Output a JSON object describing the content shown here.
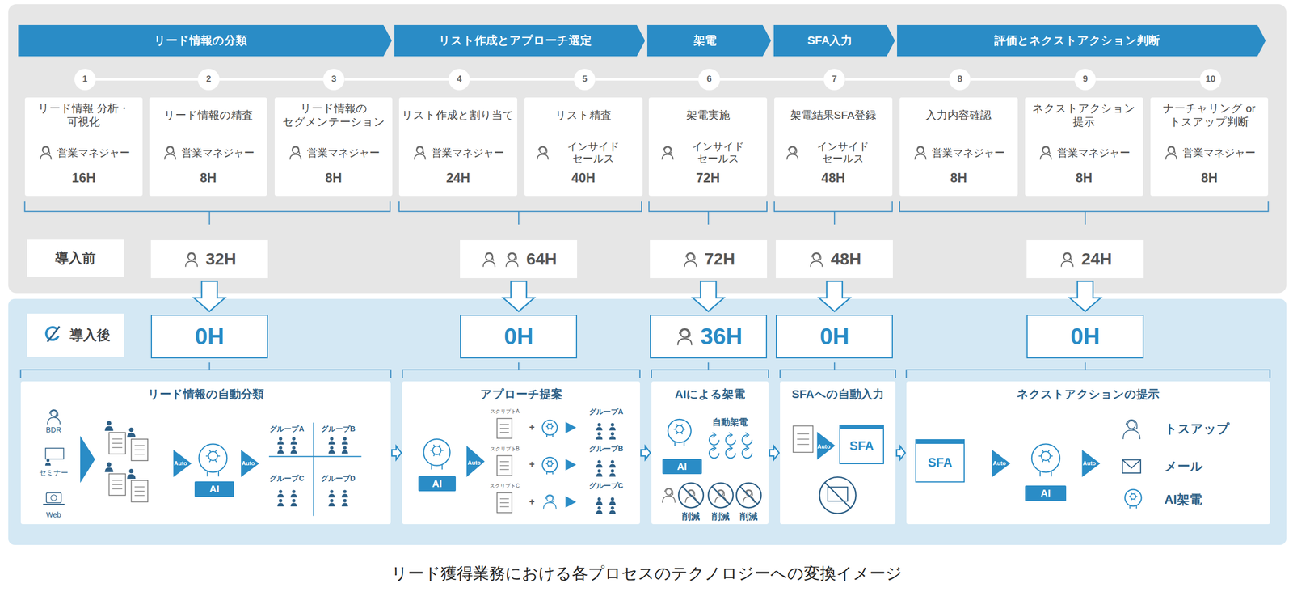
{
  "diagram": {
    "caption": "リード獲得業務における各プロセスのテクノロジーへの変換イメージ",
    "nodes": [
      {
        "text": [
          "リード情報の分類"
        ]
      },
      {
        "text": [
          "リスト作成とアプローチ選定"
        ]
      },
      {
        "text": [
          "架電"
        ]
      },
      {
        "text": [
          "SFA入力"
        ]
      },
      {
        "text": [
          "評価とネクストアクション判断"
        ]
      },
      {
        "text": [
          "1"
        ]
      },
      {
        "text": [
          "2"
        ]
      },
      {
        "text": [
          "3"
        ]
      },
      {
        "text": [
          "4"
        ]
      },
      {
        "text": [
          "5"
        ]
      },
      {
        "text": [
          "6"
        ]
      },
      {
        "text": [
          "7"
        ]
      },
      {
        "text": [
          "8"
        ]
      },
      {
        "text": [
          "9"
        ]
      },
      {
        "text": [
          "10"
        ]
      },
      {
        "text": [
          "リード情報 分析・可視化",
          "営業マネジャー",
          "16H"
        ]
      },
      {
        "text": [
          "リード情報の精査",
          "営業マネジャー",
          "8H"
        ]
      },
      {
        "text": [
          "リード情報の セグメンテーション",
          "営業マネジャー",
          "8H"
        ]
      },
      {
        "text": [
          "リスト作成と割り当て",
          "営業マネジャー",
          "24H"
        ]
      },
      {
        "text": [
          "リスト精査",
          "インサイド セールス",
          "40H"
        ]
      },
      {
        "text": [
          "架電実施",
          "インサイド セールス",
          "72H"
        ]
      },
      {
        "text": [
          "架電結果SFA登録",
          "インサイド セールス",
          "48H"
        ]
      },
      {
        "text": [
          "入力内容確認",
          "営業マネジャー",
          "8H"
        ]
      },
      {
        "text": [
          "ネクストアクション 提示",
          "営業マネジャー",
          "8H"
        ]
      },
      {
        "text": [
          "ナーチャリング or トスアップ判断",
          "営業マネジャー",
          "8H"
        ]
      },
      {
        "text": [
          "導入前"
        ]
      },
      {
        "text": [
          "32H"
        ]
      },
      {
        "text": [
          "64H"
        ]
      },
      {
        "text": [
          "72H"
        ]
      },
      {
        "text": [
          "48H"
        ]
      },
      {
        "text": [
          "24H"
        ]
      },
      {
        "text": [
          "導入後"
        ]
      },
      {
        "text": [
          "0H"
        ]
      },
      {
        "text": [
          "0H"
        ]
      },
      {
        "text": [
          "36H"
        ]
      },
      {
        "text": [
          "0H"
        ]
      },
      {
        "text": [
          "0H"
        ]
      },
      {
        "text": [
          "リード情報の自動分類"
        ]
      },
      {
        "text": [
          "アプローチ提案"
        ]
      },
      {
        "text": [
          "AIによる架電"
        ]
      },
      {
        "text": [
          "SFAへの自動入力"
        ]
      },
      {
        "text": [
          "ネクストアクションの提示"
        ]
      },
      {
        "text": [
          "AI"
        ],
        "in": 37
      },
      {
        "text": [
          "AI"
        ],
        "in": 38
      },
      {
        "text": [
          "AI"
        ],
        "in": 39
      },
      {
        "text": [
          "SFA"
        ],
        "in": 40
      },
      {
        "text": [
          "SFA"
        ],
        "in": 41
      },
      {
        "text": [
          "AI"
        ],
        "in": 41
      }
    ],
    "edges": [
      {
        "from": 5,
        "to": 6,
        "arrow": "none"
      },
      {
        "from": 6,
        "to": 7,
        "arrow": "none"
      },
      {
        "from": 7,
        "to": 8,
        "arrow": "none"
      },
      {
        "from": 8,
        "to": 9,
        "arrow": "none"
      },
      {
        "from": 9,
        "to": 10,
        "arrow": "none"
      },
      {
        "from": 10,
        "to": 11,
        "arrow": "none"
      },
      {
        "from": 11,
        "to": 12,
        "arrow": "none"
      },
      {
        "from": 12,
        "to": 13,
        "arrow": "none"
      },
      {
        "from": 13,
        "to": 14,
        "arrow": "none"
      },
      {
        "from": 26,
        "to": 32,
        "arrow": "to"
      },
      {
        "from": 27,
        "to": 33,
        "arrow": "to"
      },
      {
        "from": 28,
        "to": 34,
        "arrow": "to"
      },
      {
        "from": 29,
        "to": 35,
        "arrow": "to"
      },
      {
        "from": 30,
        "to": 36,
        "arrow": "to"
      },
      {
        "from": 37,
        "to": 38,
        "arrow": "to"
      },
      {
        "from": 38,
        "to": 39,
        "arrow": "to"
      },
      {
        "from": 39,
        "to": 40,
        "arrow": "to"
      },
      {
        "from": 40,
        "to": 41,
        "arrow": "to"
      }
    ],
    "labels": [
      "BDR",
      "セミナー",
      "Web",
      "Auto",
      "Auto",
      "グループA",
      "グループB",
      "グループC",
      "グループD",
      "Auto",
      "スクリプトA",
      "+",
      "グループA",
      "スクリプトB",
      "+",
      "グループB",
      "スクリプトC",
      "+",
      "グループC",
      "自動架電",
      "削減",
      "削減",
      "削減",
      "Auto",
      "Auto",
      "Auto",
      "トスアップ",
      "メール",
      "AI架電"
    ]
  }
}
